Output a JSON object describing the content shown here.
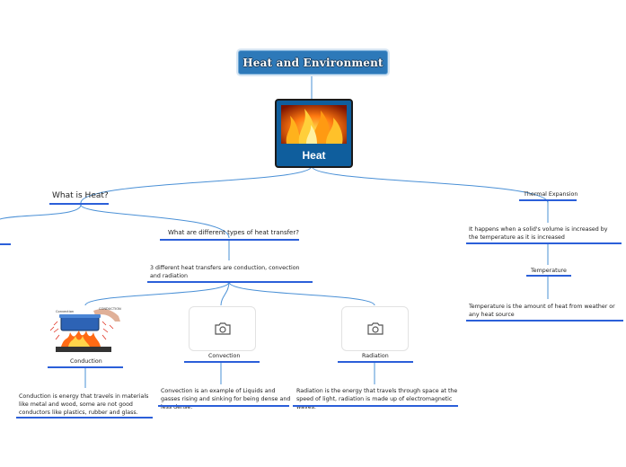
{
  "title": "Heat and Environment",
  "central": {
    "label": "Heat",
    "image": "flame-image"
  },
  "what_is_heat": {
    "label": "What is Heat?"
  },
  "transfer_types": {
    "question": "What are different types of heat transfer?",
    "answer": "3 different heat transfers are conduction, convection and radiation"
  },
  "conduction": {
    "label": "Conduction",
    "image": "conduction-illustration",
    "image_tags": [
      "Convection",
      "CONDUCTION"
    ],
    "desc": "Conduction is energy that travels in materials like metal and wood, some are not good conductors like plastics, rubber and glass."
  },
  "convection": {
    "label": "Convection",
    "icon": "camera-icon",
    "desc": "Convection is an example of Liquids and gasses rising and sinking for being dense and less dense."
  },
  "radiation": {
    "label": "Radiation",
    "icon": "camera-icon",
    "desc": "Radiation is the energy that travels through space at the speed of light, radiation is made up of electromagnetic waves."
  },
  "thermal_expansion": {
    "label": "Thermal Expansion",
    "desc": "It happens when a solid's volume is increased by the temperature as it is increased"
  },
  "temperature": {
    "label": "Temperature",
    "desc": "Temperature is the amount of heat from weather or any heat source"
  },
  "colors": {
    "connector": "#4a90d6",
    "underline": "#2b5fd9",
    "title_bg": "#2d79b9",
    "central_bg": "#0f5e9d"
  }
}
